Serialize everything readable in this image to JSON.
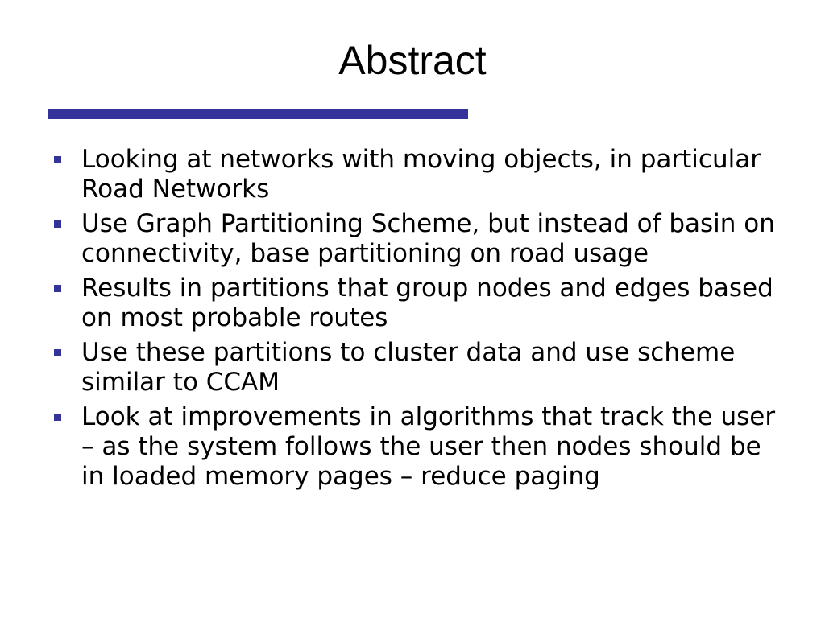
{
  "title": "Abstract",
  "colors": {
    "accent": "#333399",
    "rule": "#6b6b6b",
    "text": "#000000",
    "background": "#ffffff"
  },
  "bullet_icon": "square-bullet-icon",
  "bullets": [
    "Looking at networks with moving objects, in particular Road Networks",
    "Use Graph Partitioning Scheme, but instead of basin on connectivity, base partitioning on road usage",
    "Results in partitions that group nodes and edges based on most probable routes",
    "Use these partitions to cluster data and use scheme similar to CCAM",
    "Look at improvements in algorithms that track the user – as the system follows the user then nodes should be in loaded memory pages – reduce paging"
  ]
}
